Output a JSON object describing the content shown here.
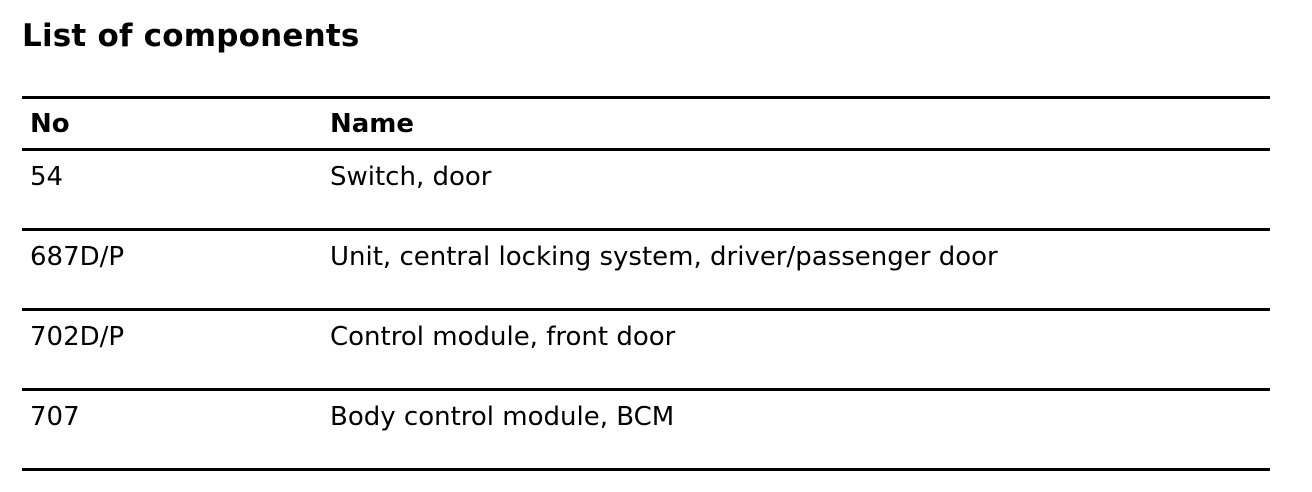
{
  "page": {
    "title": "List of components"
  },
  "table": {
    "columns": [
      "No",
      "Name"
    ],
    "rows": [
      {
        "no": "54",
        "name": "Switch, door"
      },
      {
        "no": "687D/P",
        "name": "Unit, central locking system, driver/passenger door"
      },
      {
        "no": "702D/P",
        "name": "Control module, front door"
      },
      {
        "no": "707",
        "name": "Body control module, BCM"
      }
    ]
  }
}
